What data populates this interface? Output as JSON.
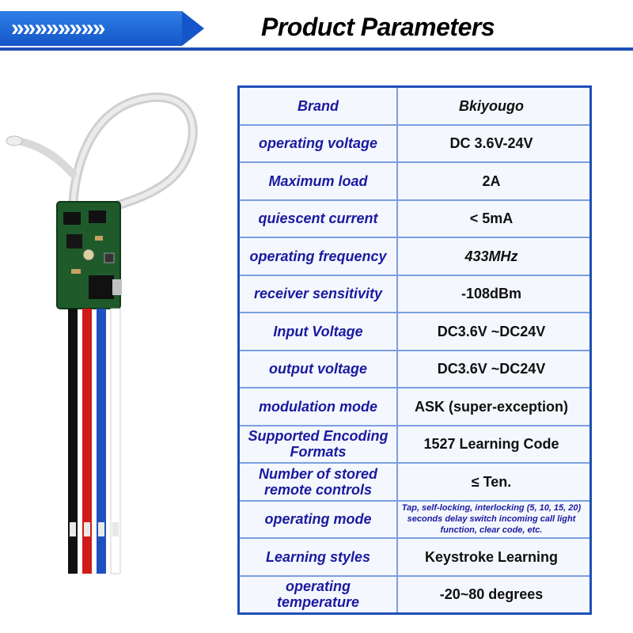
{
  "banner": {
    "chevrons": "»»»»»»»»",
    "title": "Product Parameters"
  },
  "table": [
    {
      "label": "Brand",
      "value": "Bkiyougo"
    },
    {
      "label": "operating voltage",
      "value": "DC 3.6V-24V"
    },
    {
      "label": "Maximum load",
      "value": "2A"
    },
    {
      "label": "quiescent current",
      "value": "< 5mA"
    },
    {
      "label": "operating frequency",
      "value": "433MHz"
    },
    {
      "label": "receiver sensitivity",
      "value": "-108dBm"
    },
    {
      "label": "Input Voltage",
      "value": "DC3.6V ~DC24V"
    },
    {
      "label": "output voltage",
      "value": "DC3.6V ~DC24V"
    },
    {
      "label": "modulation mode",
      "value": "ASK (super-exception)"
    },
    {
      "label": "Supported Encoding Formats",
      "value": "1527 Learning Code"
    },
    {
      "label": "Number of stored remote controls",
      "value": "≤ Ten."
    },
    {
      "label": "operating mode",
      "value": "Tap, self-locking, interlocking (5, 10, 15, 20) seconds delay switch incoming call light function, clear code, etc."
    },
    {
      "label": "Learning styles",
      "value": "Keystroke Learning"
    },
    {
      "label": "operating temperature",
      "value": "-20~80 degrees"
    }
  ],
  "colors": {
    "accent": "#1f4fb7",
    "label_text": "#1a1aa0",
    "wires": [
      "#111111",
      "#d11a1a",
      "#2050c0",
      "#ffffff"
    ]
  },
  "image": {
    "subject": "receiver module with antenna and four wires"
  }
}
